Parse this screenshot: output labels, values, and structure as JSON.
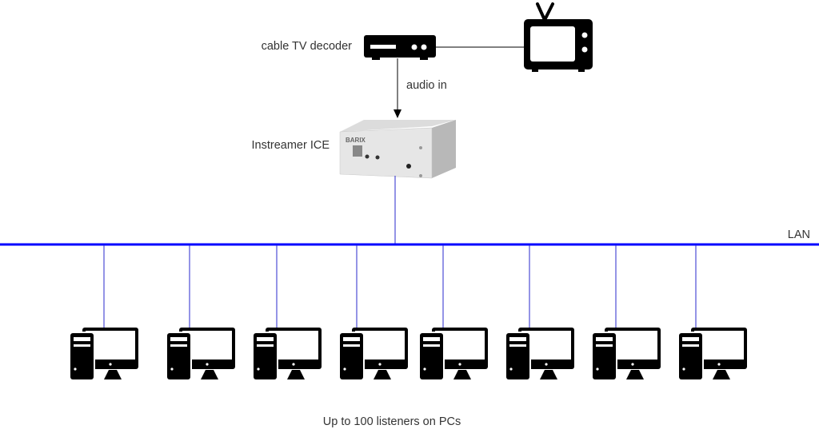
{
  "labels": {
    "decoder": "cable TV decoder",
    "audio_in": "audio in",
    "instreamer": "Instreamer ICE",
    "lan": "LAN",
    "listeners": "Up to 100 listeners on PCs"
  },
  "device_brand": "BARIX",
  "pc_count": 8,
  "colors": {
    "lan": "#0000ff",
    "drop": "#2a2acc",
    "icon": "#000000"
  }
}
